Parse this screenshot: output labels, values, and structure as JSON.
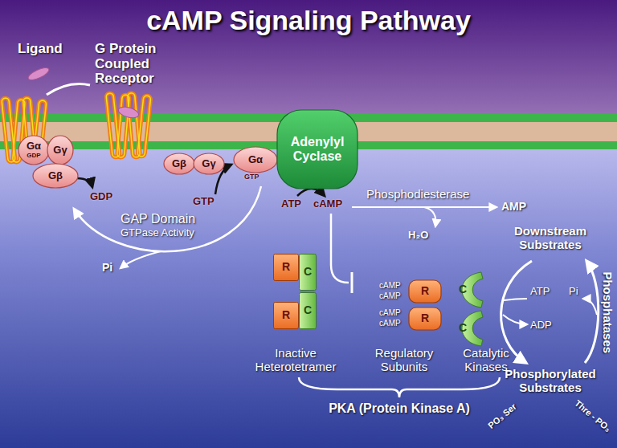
{
  "diagram": {
    "title": "cAMP Signaling Pathway",
    "nodes": [
      {
        "text": [
          "Gα",
          "GDP"
        ]
      },
      {
        "text": [
          "Gγ"
        ]
      },
      {
        "text": [
          "Gβ"
        ]
      },
      {
        "text": [
          "Gβ"
        ]
      },
      {
        "text": [
          "Gγ"
        ]
      },
      {
        "text": [
          "Gα"
        ]
      },
      {
        "text": [
          "Adenylyl Cyclase"
        ]
      },
      {
        "text": [
          "R"
        ]
      },
      {
        "text": [
          "C"
        ]
      },
      {
        "text": [
          "R"
        ]
      },
      {
        "text": [
          "C"
        ]
      },
      {
        "text": [
          "R"
        ]
      },
      {
        "text": [
          "R"
        ]
      },
      {
        "text": [
          "C"
        ]
      },
      {
        "text": [
          "C"
        ]
      }
    ],
    "labels": [
      "Ligand",
      "G Protein Coupled Receptor",
      "GDP",
      "GTP",
      "GTP",
      "ATP",
      "cAMP",
      "Phosphodiesterase",
      "AMP",
      "H₂O",
      "GAP Domain",
      "GTPase Activity",
      "Pi",
      "cAMP",
      "cAMP",
      "cAMP",
      "cAMP",
      "Inactive Heterotetramer",
      "Regulatory Subunits",
      "Catalytic Kinases",
      "PKA (Protein Kinase A)",
      "Downstream Substrates",
      "ATP",
      "Pi",
      "ADP",
      "Phosphatases",
      "Phosphorylated Substrates",
      "PO₃ Ser",
      "Thre - PO₃"
    ]
  }
}
